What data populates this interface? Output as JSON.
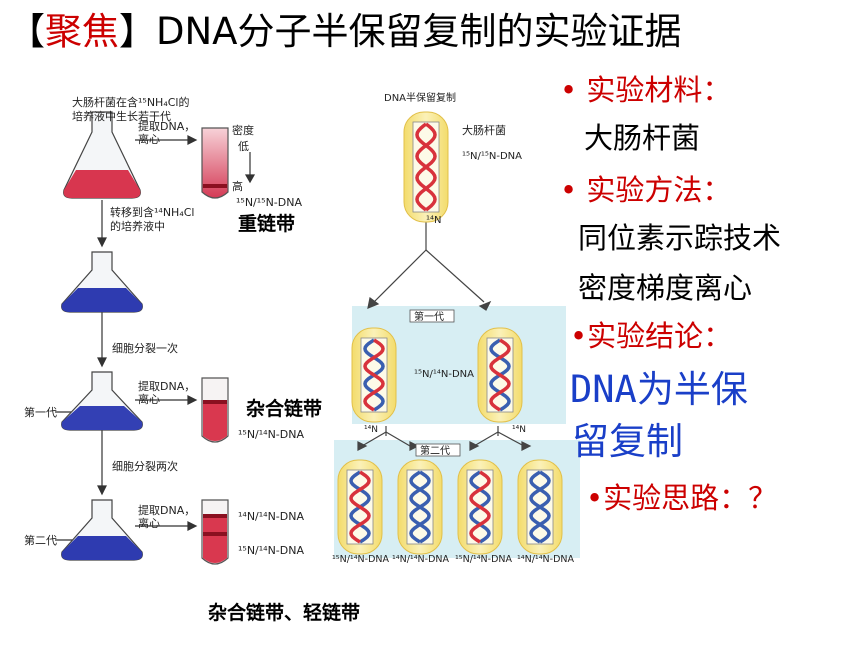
{
  "title": {
    "bracket_open": "【",
    "highlight": "聚焦",
    "bracket_close": "】",
    "rest": "DNA分子半保留复制的实验证据"
  },
  "left": {
    "caption_top_1": "大肠杆菌在含¹⁵NH₄Cl的",
    "caption_top_2": "培养液中生长若干代",
    "extract_1": "提取DNA，",
    "extract_2": "离心",
    "density": "密度",
    "low": "低",
    "high": "高",
    "band_15": "¹⁵N/¹⁵N-DNA",
    "heavy_band": "重链带",
    "transfer_1": "转移到含¹⁴NH₄Cl",
    "transfer_2": "的培养液中",
    "divide_once": "细胞分裂一次",
    "gen1": "第一代",
    "hybrid_band_label": "¹⁵N/¹⁴N-DNA",
    "hybrid_band": "杂合链带",
    "divide_twice": "细胞分裂两次",
    "gen2": "第二代",
    "light_band_label": "¹⁴N/¹⁴N-DNA",
    "hybrid_band_label2": "¹⁵N/¹⁴N-DNA",
    "bottom_caption": "杂合链带、轻链带"
  },
  "middle": {
    "title": "DNA半保留复制",
    "ecoli": "大肠杆菌",
    "top_label": "¹⁵N/¹⁵N-DNA",
    "n14": "¹⁴N",
    "gen1": "第一代",
    "gen1_label": "¹⁵N/¹⁴N-DNA",
    "gen2": "第二代",
    "bottom_labels": [
      "¹⁵N/¹⁴N-DNA",
      "¹⁴N/¹⁴N-DNA",
      "¹⁵N/¹⁴N-DNA",
      "¹⁴N/¹⁴N-DNA"
    ]
  },
  "right": {
    "material_label": "实验材料：",
    "material": "大肠杆菌",
    "method_label": "实验方法：",
    "method_1": "同位素示踪技术",
    "method_2": "密度梯度离心",
    "conclusion_label": "实验结论：",
    "conclusion_1": "DNA为半保",
    "conclusion_2": "留复制",
    "idea_label": "实验思路：？"
  },
  "colors": {
    "accent_red": "#cc0000",
    "accent_blue": "#1a3fc8",
    "strand_red": "#d8323c",
    "strand_blue": "#3a5fb0",
    "capsule": "#f6e48a",
    "panel": "#d7eef3"
  }
}
